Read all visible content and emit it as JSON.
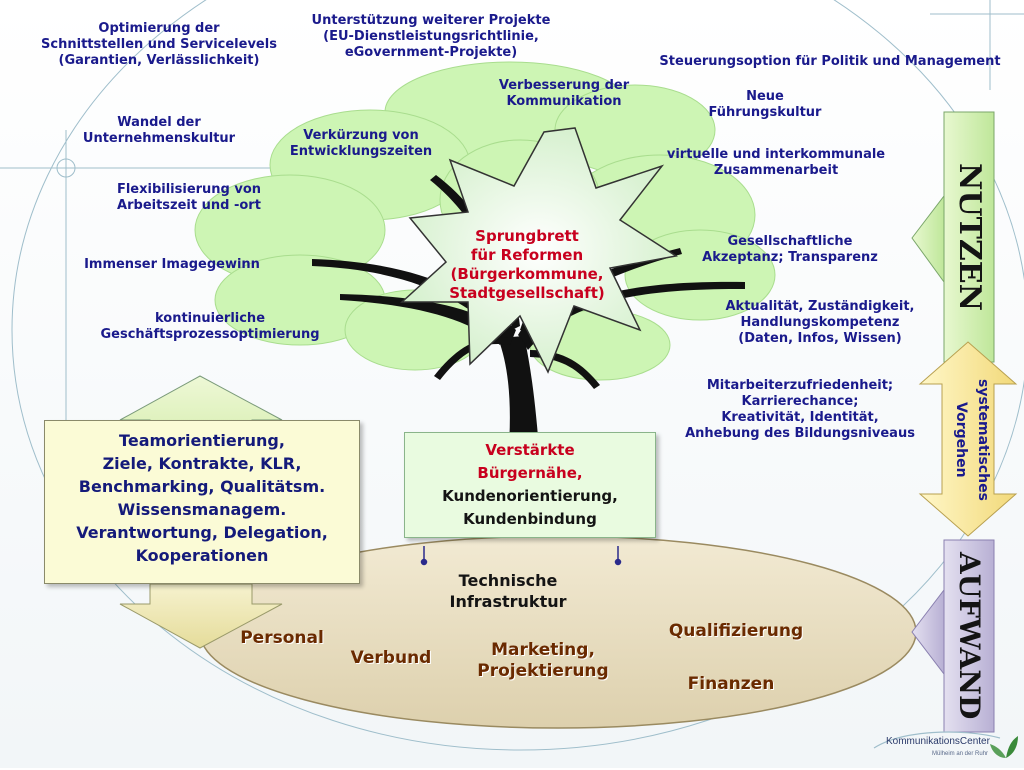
{
  "labels": {
    "schnittstellen": [
      "Optimierung der",
      "Schnittstellen und Servicelevels",
      "(Garantien, Verlässlichkeit)"
    ],
    "projekte": [
      "Unterstützung weiterer Projekte",
      "(EU-Dienstleistungsrichtlinie,",
      "eGovernment-Projekte)"
    ],
    "steuerung": [
      "Steuerungsoption für Politik und Management"
    ],
    "kommunikation": [
      "Verbesserung der",
      "Kommunikation"
    ],
    "fuehrung": [
      "Neue",
      "Führungskultur"
    ],
    "unternehmenskultur": [
      "Wandel der",
      "Unternehmenskultur"
    ],
    "entwicklung": [
      "Verkürzung von",
      "Entwicklungszeiten"
    ],
    "interkommunal": [
      "virtuelle und interkommunale",
      "Zusammenarbeit"
    ],
    "flexibilisierung": [
      "Flexibilisierung von",
      "Arbeitszeit und -ort"
    ],
    "image": [
      "Immenser Imagegewinn"
    ],
    "akzeptanz": [
      "Gesellschaftliche",
      "Akzeptanz; Transparenz"
    ],
    "aktualitaet": [
      "Aktualität, Zuständigkeit,",
      "Handlungskompetenz",
      "(Daten, Infos, Wissen)"
    ],
    "geschaeftsprozess": [
      "kontinuierliche",
      "Geschäftsprozessoptimierung"
    ],
    "mitarbeiter": [
      "Mitarbeiterzufriedenheit;",
      "Karrierechance;",
      "Kreativität, Identität,",
      "Anhebung des Bildungsniveaus"
    ]
  },
  "center_star": [
    "Sprungbrett",
    "für Reformen",
    "(Bürgerkommune,",
    "Stadtgesellschaft)"
  ],
  "trunk_box": [
    "Verstärkte",
    "Bürgernähe,",
    "Kundenorientierung,",
    "Kundenbindung"
  ],
  "left_box": [
    "Teamorientierung,",
    "Ziele, Kontrakte, KLR,",
    "Benchmarking, Qualitätsm.",
    "Wissensmanagem.",
    "Verantwortung, Delegation,",
    "Kooperationen"
  ],
  "base": {
    "technik": [
      "Technische",
      "Infrastruktur"
    ],
    "personal": "Personal",
    "verbund": "Verbund",
    "marketing": [
      "Marketing,",
      "Projektierung"
    ],
    "qualifizierung": "Qualifizierung",
    "finanzen": "Finanzen"
  },
  "side": {
    "nutzen": "NUTZEN",
    "vorgehen": [
      "systematisches",
      "Vorgehen"
    ],
    "aufwand": "AUFWAND"
  },
  "logo": {
    "name": "KommunikationsCenter",
    "sub": "Mülheim an der Ruhr"
  },
  "colors": {
    "label_blue": "#1a1a8c",
    "highlight_red": "#c8001e",
    "foliage_green": "#cdf5b4",
    "box_green": "#e9fbe0",
    "base_tan": "#e8dcbf",
    "box_yellow": "#fbfbd6"
  },
  "icons": [
    "leaf-icon"
  ]
}
